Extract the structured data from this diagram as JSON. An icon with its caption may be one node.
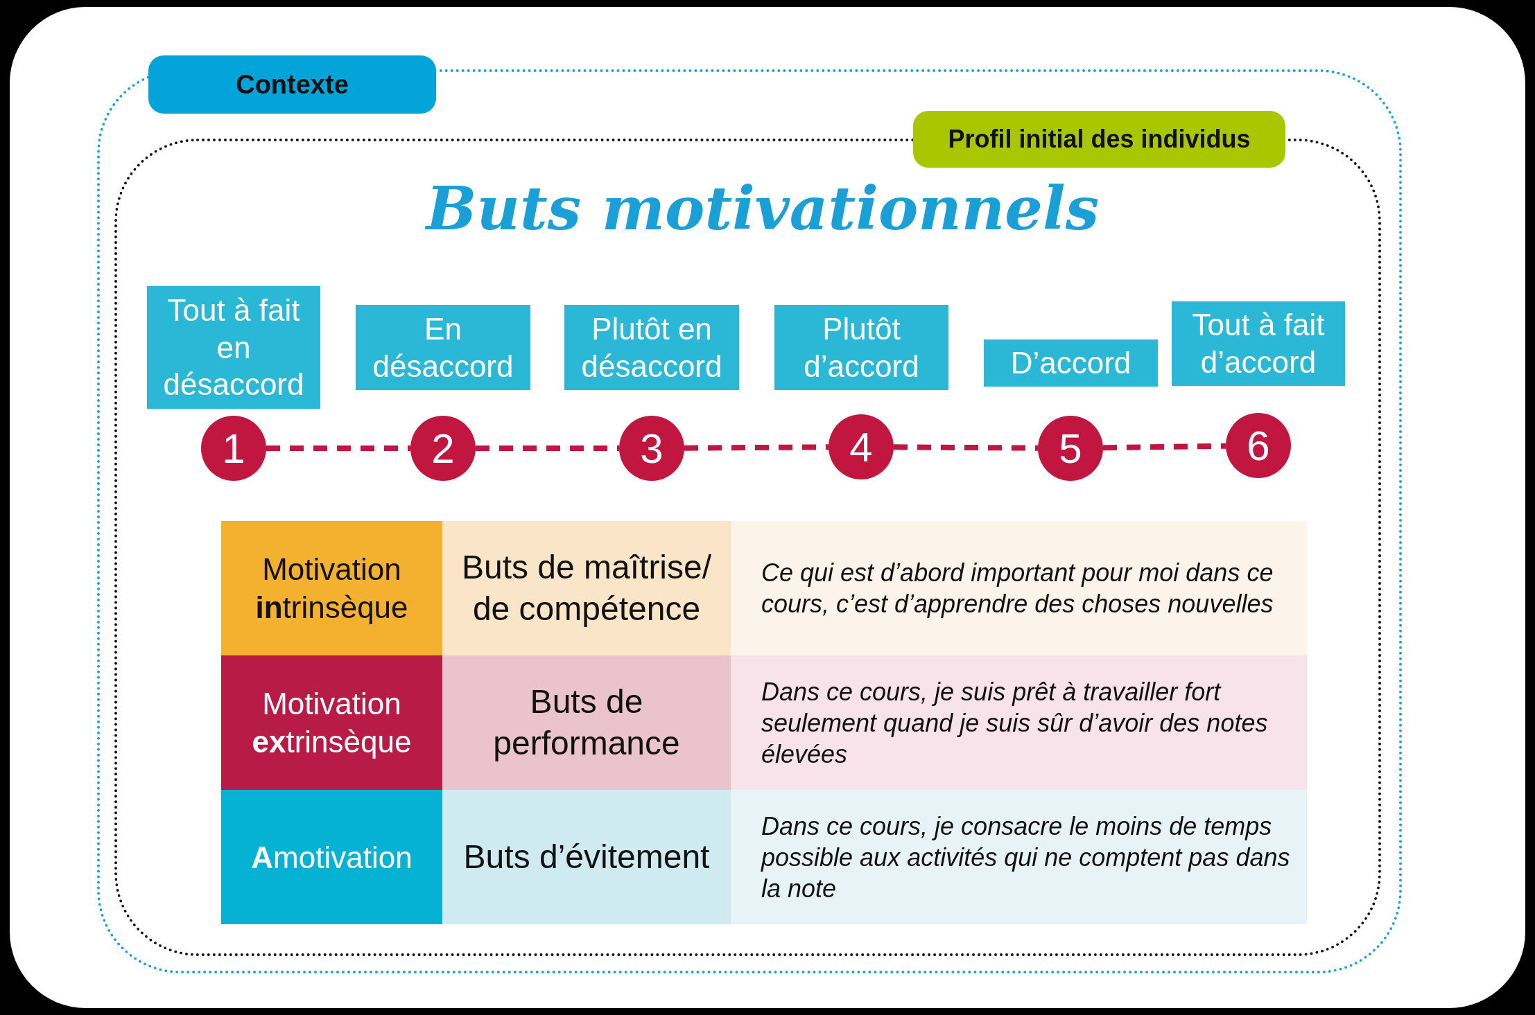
{
  "diagram": {
    "title": "Buts motivationnels",
    "nodes": [
      {
        "text": [
          "Contexte"
        ]
      },
      {
        "text": [
          "Profil initial des individus"
        ],
        "in": 0
      },
      {
        "text": [
          "Tout à fait en désaccord"
        ],
        "in": 1
      },
      {
        "text": [
          "En désaccord"
        ],
        "in": 1
      },
      {
        "text": [
          "Plutôt en désaccord"
        ],
        "in": 1
      },
      {
        "text": [
          "Plutôt d’accord"
        ],
        "in": 1
      },
      {
        "text": [
          "D’accord"
        ],
        "in": 1
      },
      {
        "text": [
          "Tout à fait d’accord"
        ],
        "in": 1
      },
      {
        "text": [
          "1"
        ],
        "in": 1
      },
      {
        "text": [
          "2"
        ],
        "in": 1
      },
      {
        "text": [
          "3"
        ],
        "in": 1
      },
      {
        "text": [
          "4"
        ],
        "in": 1
      },
      {
        "text": [
          "5"
        ],
        "in": 1
      },
      {
        "text": [
          "6"
        ],
        "in": 1
      }
    ],
    "edges": [
      {
        "from": 8,
        "to": 9,
        "arrow": "none",
        "style": "dashed"
      },
      {
        "from": 9,
        "to": 10,
        "arrow": "none",
        "style": "dashed"
      },
      {
        "from": 10,
        "to": 11,
        "arrow": "none",
        "style": "dashed"
      },
      {
        "from": 11,
        "to": 12,
        "arrow": "none",
        "style": "dashed"
      },
      {
        "from": 12,
        "to": 13,
        "arrow": "none",
        "style": "dashed"
      }
    ],
    "labels": [
      "Motivation **in**trinsèque",
      "Buts de maîtrise/ de compétence",
      "Ce qui est d’abord important pour moi dans ce cours, c’est d’apprendre des choses nouvelles",
      "Motivation **ex**trinsèque",
      "Buts de performance",
      "Dans ce cours, je suis prêt à travailler fort seulement quand je suis sûr d’avoir des notes élevées",
      "**A**motivation",
      "Buts d’évitement",
      "Dans ce cours, je consacre le moins de temps possible aux activités qui ne comptent pas dans la note"
    ]
  }
}
